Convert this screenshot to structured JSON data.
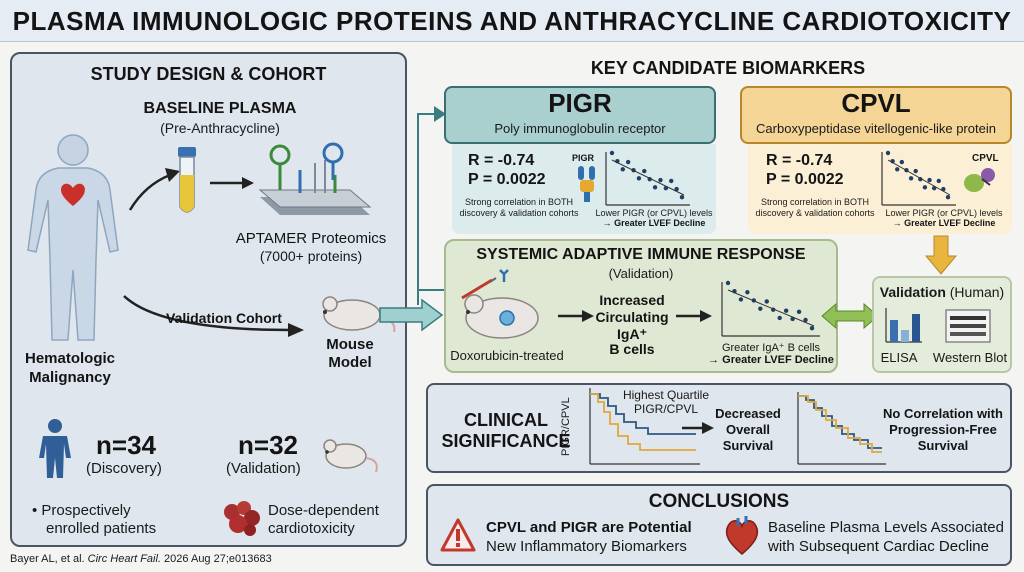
{
  "title": "PLASMA IMMUNOLOGIC PROTEINS AND ANTHRACYCLINE CARDIOTOXICITY",
  "study": {
    "header": "STUDY DESIGN & COHORT",
    "baseline_title": "BASELINE PLASMA",
    "baseline_sub": "(Pre-Anthracycline)",
    "aptamer_title": "APTAMER Proteomics",
    "aptamer_sub": "(7000+ proteins)",
    "validation_cohort": "Validation Cohort",
    "mouse_model_1": "Mouse",
    "mouse_model_2": "Model",
    "heme_1": "Hematologic",
    "heme_2": "Malignancy",
    "n_discovery": "n=34",
    "discovery": "(Discovery)",
    "n_validation": "n=32",
    "validation": "(Validation)",
    "bullet_1": "• Prospectively",
    "bullet_2": "enrolled patients",
    "dose_1": "Dose-dependent",
    "dose_2": "cardiotoxicity"
  },
  "biomarkers": {
    "header": "KEY CANDIDATE BIOMARKERS",
    "pigr": {
      "name": "PIGR",
      "full": "Poly immunoglobulin receptor",
      "r": "R = -0.74",
      "p": "P = 0.0022",
      "note_1": "Strong correlation in BOTH",
      "note_2": "discovery & validation cohorts",
      "icon_label": "PIGR",
      "plot_1": "Lower PIGR (or CPVL) levels",
      "plot_2": "→ Greater LVEF Decline"
    },
    "cpvl": {
      "name": "CPVL",
      "full": "Carboxypeptidase vitellogenic-like protein",
      "r": "R = -0.74",
      "p": "P = 0.0022",
      "note_1": "Strong correlation in BOTH",
      "note_2": "discovery & validation cohorts",
      "icon_label": "CPVL",
      "plot_1": "Lower PIGR (or CPVL) levels",
      "plot_2": "→ Greater LVEF Decline"
    }
  },
  "adaptive": {
    "header": "SYSTEMIC ADAPTIVE IMMUNE RESPONSE",
    "sub": "(Validation)",
    "doxo": "Doxorubicin-treated",
    "inc_1": "Increased",
    "inc_2": "Circulating",
    "inc_3": "IgA⁺",
    "inc_4": "B cells",
    "plot_1": "Greater IgA⁺ B cells",
    "plot_2": "→ Greater LVEF Decline"
  },
  "validation_human": {
    "title_bold": "Validation",
    "title_rest": " (Human)",
    "elisa": "ELISA",
    "western": "Western Blot"
  },
  "clinical": {
    "header_1": "CLINICAL",
    "header_2": "SIGNIFICANCE",
    "y_label": "PIGR/CPVL",
    "quartile_1": "Highest Quartile",
    "quartile_2": "PIGR/CPVL",
    "dec_1": "Decreased",
    "dec_2": "Overall",
    "dec_3": "Survival",
    "nc_1": "No Correlation with",
    "nc_2": "Progression-Free",
    "nc_3": "Survival"
  },
  "conclusions": {
    "header": "CONCLUSIONS",
    "left_1": "CPVL and PIGR are Potential",
    "left_2": "New Inflammatory Biomarkers",
    "right_1": "Baseline Plasma Levels Associated",
    "right_2": "with Subsequent Cardiac Decline"
  },
  "citation_pre": "Bayer AL, et al. ",
  "citation_journal": "Circ Heart Fail.",
  "citation_post": " 2026 Aug 27;e013683",
  "colors": {
    "teal": "#3a8c8c",
    "gold": "#e0a93a",
    "navy": "#2c4a6e",
    "red": "#b8322d",
    "green": "#6a9a3a"
  }
}
